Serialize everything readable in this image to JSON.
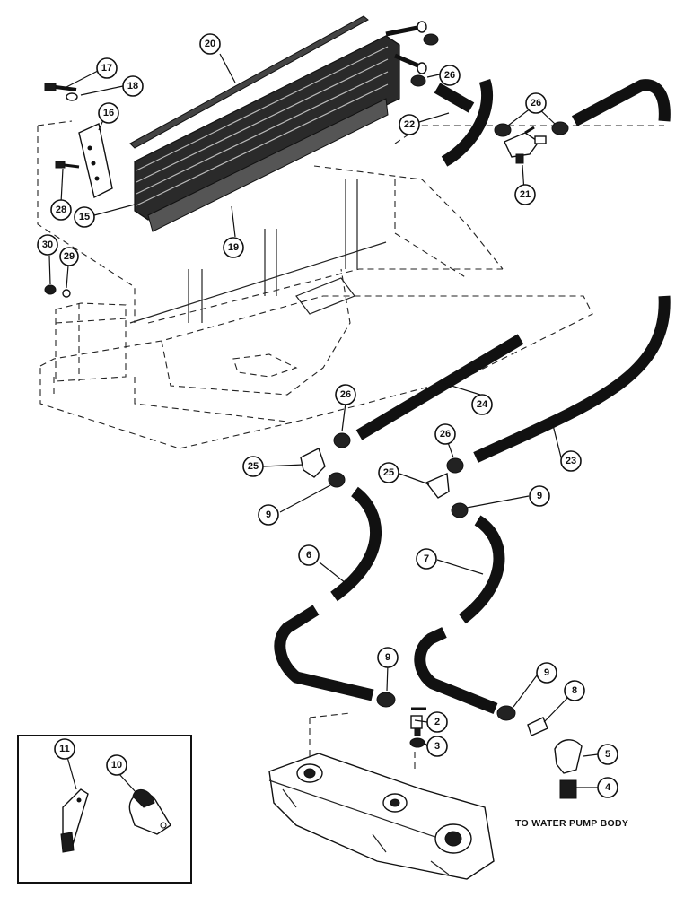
{
  "callouts": {
    "c2": "2",
    "c3": "3",
    "c4": "4",
    "c5": "5",
    "c6": "6",
    "c7": "7",
    "c8": "8",
    "c9a": "9",
    "c9b": "9",
    "c9c": "9",
    "c9d": "9",
    "c10": "10",
    "c11": "11",
    "c15": "15",
    "c16": "16",
    "c17": "17",
    "c18": "18",
    "c19": "19",
    "c20": "20",
    "c21": "21",
    "c22": "22",
    "c23": "23",
    "c24": "24",
    "c25a": "25",
    "c25b": "25",
    "c26a": "26",
    "c26b": "26",
    "c26c": "26",
    "c26d": "26",
    "c28": "28",
    "c29": "29",
    "c30": "30"
  },
  "note": "TO WATER PUMP BODY"
}
